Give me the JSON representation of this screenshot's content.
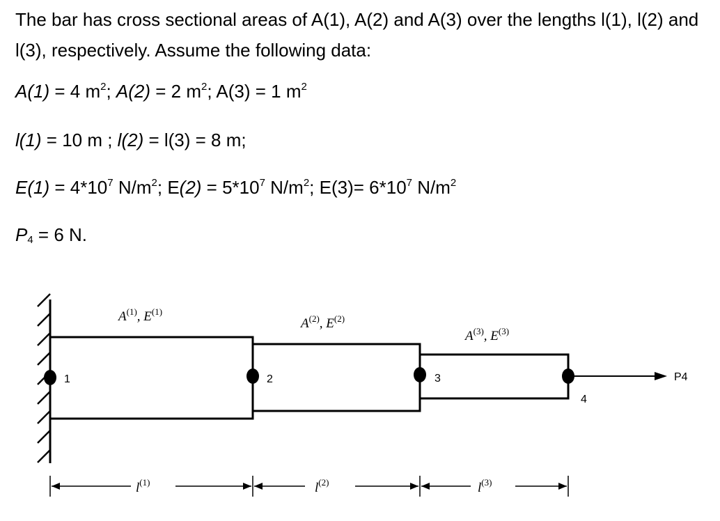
{
  "intro": "The bar has cross sectional areas of A(1), A(2) and A(3) over the lengths l(1), l(2) and l(3), respectively. Assume the following data:",
  "areas": {
    "a1_sym": "A(1)",
    "a1_val": " = 4 m",
    "a2_sym": "A(2)",
    "a2_val": " = 2 m",
    "a3_val": "A(3) = 1 m",
    "sq": "2",
    "sep": ";"
  },
  "lengths": {
    "l1_sym": "l(1)",
    "l1_val": " = 10 m ; ",
    "l2_sym": "l(2)",
    "l2_val": " = l(3) = 8 m;"
  },
  "moduli": {
    "e1_sym": "E(1)",
    "e1_val": " = 4*10",
    "e2_pre": "E",
    "e2_sym": "(2)",
    "e2_val": " = 5*10",
    "e3_val": "E(3)= 6*10",
    "exp": "7",
    "unit": " N/m",
    "sq": "2",
    "sep": ";"
  },
  "load": {
    "sym": "P",
    "sub": "4",
    "val": " = 6 N."
  },
  "figure": {
    "nodes": [
      "1",
      "2",
      "3",
      "4"
    ],
    "sections": [
      {
        "a": "A",
        "e": "E",
        "idx": "(1)"
      },
      {
        "a": "A",
        "e": "E",
        "idx": "(2)"
      },
      {
        "a": "A",
        "e": "E",
        "idx": "(3)"
      }
    ],
    "lengths": [
      {
        "sym": "l",
        "idx": "(1)"
      },
      {
        "sym": "l",
        "idx": "(2)"
      },
      {
        "sym": "l",
        "idx": "(3)"
      }
    ],
    "force_label": "P4"
  }
}
